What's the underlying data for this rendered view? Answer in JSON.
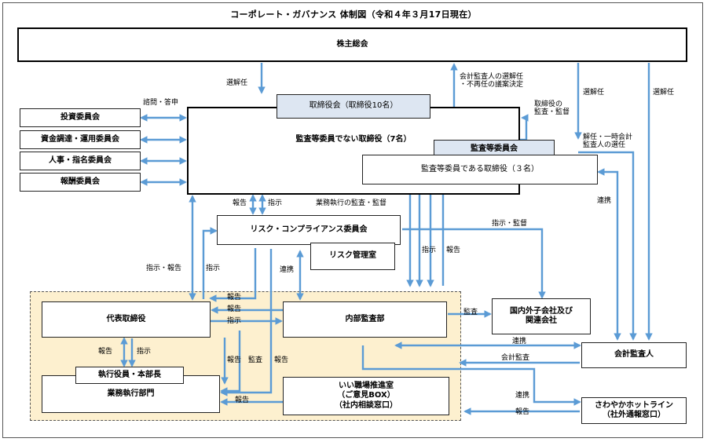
{
  "title": "コーポレート・ガバナンス 体制図（令和４年３月17日現在）",
  "boxes": {
    "shareholders": "株主総会",
    "investment_committee": "投資委員会",
    "funding_committee": "資金調達・運用委員会",
    "personnel_committee": "人事・指名委員会",
    "compensation_committee": "報酬委員会",
    "board": "取締役会（取締役10名）",
    "non_audit_directors": "監査等委員でない取締役（7名）",
    "audit_committee": "監査等委員会",
    "audit_directors": "監査等委員である取締役（３名）",
    "risk_committee": "リスク・コンプライアンス委員会",
    "risk_office": "リスク管理室",
    "ceo": "代表取締役",
    "executive_officers": "執行役員・本部長",
    "business_departments": "業務執行部門",
    "internal_audit": "内部監査部",
    "workplace_office": "いい職場推進室\n（ご意見BOX）\n（社内相談窓口）",
    "subsidiaries": "国内外子会社及び\n関連会社",
    "accounting_auditor": "会計監査人",
    "hotline": "さわやかホットライン\n（社外通報窓口）"
  },
  "labels": {
    "elect1": "選解任",
    "consult": "諮問・答申",
    "accounting_elect": "会計監査人の選解任\n・不再任の議案決定",
    "director_audit": "取締役の\n監査・監督",
    "elect2": "選解任",
    "elect3": "選解任",
    "dismiss": "解任・一時会計\n監査人の選任",
    "report1": "報告",
    "instruct1": "指示",
    "exec_audit": "業務執行の監査・監督",
    "instruct_supervise": "指示・監督",
    "cooperate1": "連携",
    "instruct_report": "指示・報告",
    "instruct2": "指示",
    "cooperate2": "連携",
    "instruct3": "指示",
    "report2": "報告",
    "report3": "報告",
    "report4": "報告",
    "instruct4": "指示",
    "audit1": "監査",
    "report5": "報告",
    "instruct5": "指示",
    "cooperate3": "連携",
    "accounting_audit": "会計監査",
    "report6": "報告",
    "audit2": "監査",
    "report7": "報告",
    "report8": "報告",
    "cooperate4": "連携",
    "report9": "報告"
  },
  "colors": {
    "arrow": "#5b9bd5",
    "highlight_box": "#dde6f2",
    "execution_area": "#fdf0cf"
  }
}
